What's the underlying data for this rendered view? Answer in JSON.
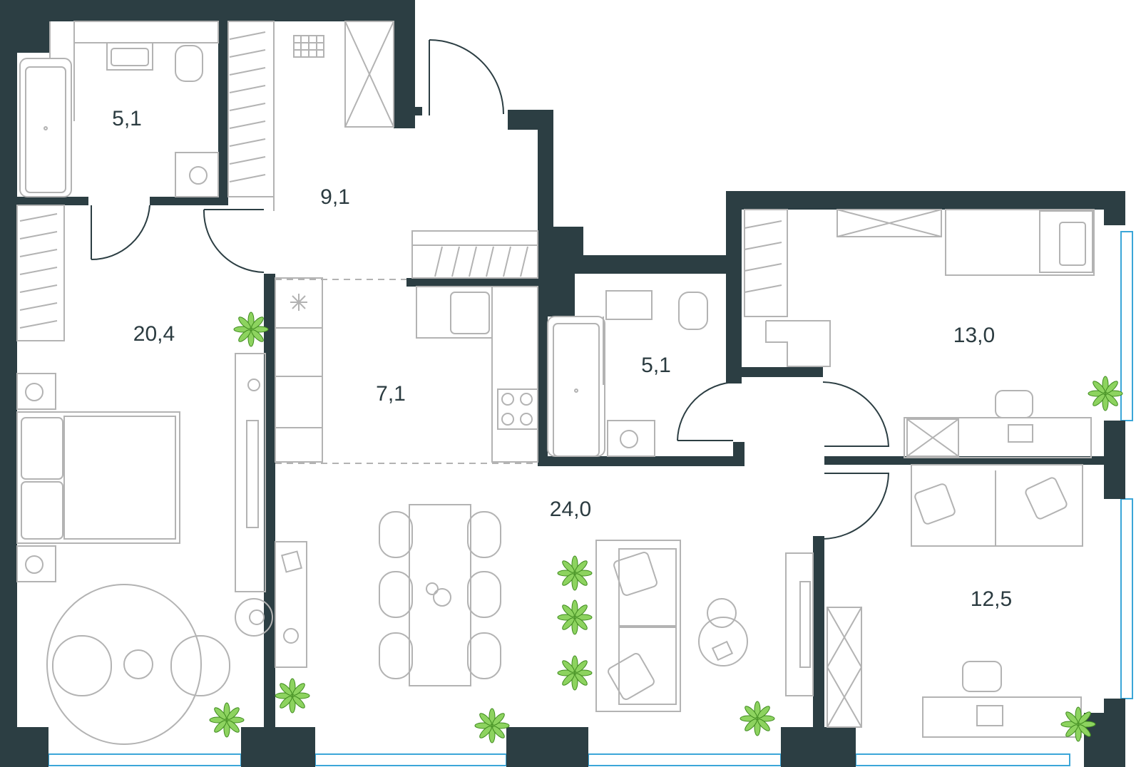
{
  "floor_plan": {
    "colors": {
      "wall": "#2c3e43",
      "furniture": "#b3b3b3",
      "window": "#3ba6d8",
      "plant": "#8dd35f"
    },
    "rooms": [
      {
        "id": "bath-left",
        "area": "5,1"
      },
      {
        "id": "hall",
        "area": "9,1"
      },
      {
        "id": "bedroom-master",
        "area": "20,4"
      },
      {
        "id": "kitchen",
        "area": "7,1"
      },
      {
        "id": "bath-center",
        "area": "5,1"
      },
      {
        "id": "bedroom-right",
        "area": "13,0"
      },
      {
        "id": "living",
        "area": "24,0"
      },
      {
        "id": "room-right-bottom",
        "area": "12,5"
      }
    ]
  }
}
